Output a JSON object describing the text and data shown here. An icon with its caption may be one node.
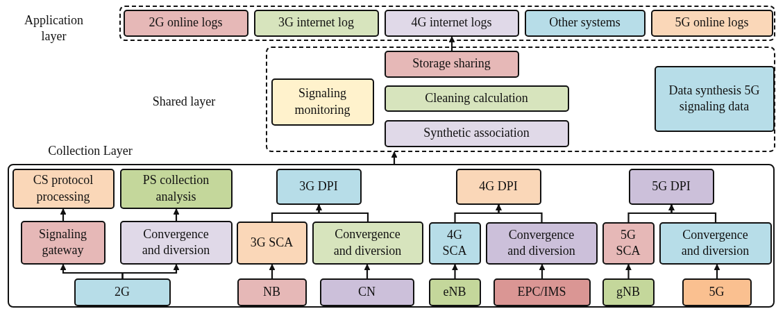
{
  "diagram": {
    "nodes": [
      {
        "text": [],
        "shape": "box"
      },
      {
        "text": [
          "2G online logs"
        ],
        "in": 0
      },
      {
        "text": [
          "3G internet log"
        ],
        "in": 0
      },
      {
        "text": [
          "4G internet logs"
        ],
        "in": 0
      },
      {
        "text": [
          "Other systems"
        ],
        "in": 0
      },
      {
        "text": [
          "5G online logs"
        ],
        "in": 0
      },
      {
        "text": [],
        "shape": "box"
      },
      {
        "text": [
          "Signaling monitoring"
        ],
        "in": 6
      },
      {
        "text": [
          "Storage sharing"
        ],
        "in": 6
      },
      {
        "text": [
          "Cleaning calculation"
        ],
        "in": 6
      },
      {
        "text": [
          "Synthetic association"
        ],
        "in": 6
      },
      {
        "text": [
          "Data synthesis 5G signaling data"
        ],
        "in": 6
      },
      {
        "text": [],
        "shape": "box"
      },
      {
        "text": [
          "CS protocol processing"
        ],
        "in": 12
      },
      {
        "text": [
          "PS collection analysis"
        ],
        "in": 12
      },
      {
        "text": [
          "3G DPI"
        ],
        "in": 12
      },
      {
        "text": [
          "4G DPI"
        ],
        "in": 12
      },
      {
        "text": [
          "5G DPI"
        ],
        "in": 12
      },
      {
        "text": [
          "Signaling gateway"
        ],
        "in": 12
      },
      {
        "text": [
          "Convergence and diversion"
        ],
        "in": 12
      },
      {
        "text": [
          "3G SCA"
        ],
        "in": 12
      },
      {
        "text": [
          "Convergence and diversion"
        ],
        "in": 12
      },
      {
        "text": [
          "4G SCA"
        ],
        "in": 12
      },
      {
        "text": [
          "Convergence and diversion"
        ],
        "in": 12
      },
      {
        "text": [
          "5G SCA"
        ],
        "in": 12
      },
      {
        "text": [
          "Convergence and diversion"
        ],
        "in": 12
      },
      {
        "text": [
          "2G"
        ],
        "in": 12
      },
      {
        "text": [
          "NB"
        ],
        "in": 12
      },
      {
        "text": [
          "CN"
        ],
        "in": 12
      },
      {
        "text": [
          "eNB"
        ],
        "in": 12
      },
      {
        "text": [
          "EPC/IMS"
        ],
        "in": 12
      },
      {
        "text": [
          "gNB"
        ],
        "in": 12
      },
      {
        "text": [
          "5G"
        ],
        "in": 12
      }
    ],
    "edges": [
      {
        "from": 26,
        "to": 18,
        "arrow": "to"
      },
      {
        "from": 26,
        "to": 19,
        "arrow": "to"
      },
      {
        "from": 18,
        "to": 13,
        "arrow": "to"
      },
      {
        "from": 19,
        "to": 14,
        "arrow": "to"
      },
      {
        "from": 27,
        "to": 20,
        "arrow": "to"
      },
      {
        "from": 28,
        "to": 21,
        "arrow": "to"
      },
      {
        "from": 20,
        "to": 15,
        "arrow": "to"
      },
      {
        "from": 21,
        "to": 15,
        "arrow": "to"
      },
      {
        "from": 29,
        "to": 22,
        "arrow": "to"
      },
      {
        "from": 30,
        "to": 23,
        "arrow": "to"
      },
      {
        "from": 22,
        "to": 16,
        "arrow": "to"
      },
      {
        "from": 23,
        "to": 16,
        "arrow": "to"
      },
      {
        "from": 31,
        "to": 24,
        "arrow": "to"
      },
      {
        "from": 32,
        "to": 25,
        "arrow": "to"
      },
      {
        "from": 24,
        "to": 17,
        "arrow": "to"
      },
      {
        "from": 25,
        "to": 17,
        "arrow": "to"
      },
      {
        "from": 12,
        "to": 6,
        "arrow": "to"
      },
      {
        "from": 8,
        "to": 3,
        "arrow": "to"
      }
    ],
    "labels": [
      "Application layer",
      "Shared layer",
      "Collection Layer"
    ]
  }
}
